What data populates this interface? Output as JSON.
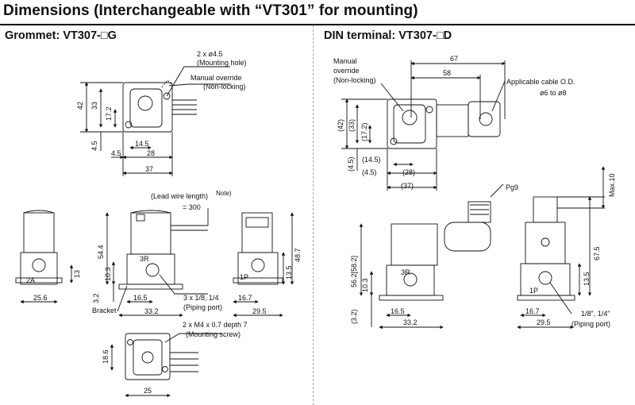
{
  "title": "Dimensions (Interchangeable with “VT301” for mounting)",
  "left": {
    "header": "Grommet: VT307-□G",
    "callouts": [
      "2 x ø4.5",
      "(Mounting hole)",
      "Manual override",
      "(Non-locking)",
      "(Lead wire length)",
      "Note)",
      "= 300",
      "3R",
      "1P",
      "2A",
      "3 x 1/8, 1/4",
      "(Piping port)",
      "Bracket",
      "2 x M4 x 0.7 depth 7",
      "(Mounting screw)"
    ],
    "dims": [
      "42",
      "33",
      "17.2",
      "4.5",
      "14.5",
      "28",
      "4.5",
      "37",
      "54.4",
      "10.3",
      "3.2",
      "16.5",
      "33.2",
      "13",
      "25.6",
      "48.7",
      "13.5",
      "16.7",
      "29.5",
      "18.6",
      "25"
    ]
  },
  "right": {
    "header": "DIN terminal: VT307-□D",
    "callouts": [
      "Manual",
      "override",
      "(Non-locking)",
      "Applicable cable O.D.",
      "ø6 to ø8",
      "Pg9",
      "3R",
      "1P",
      "1/8\", 1/4\"",
      "(Piping port)",
      "Max.10"
    ],
    "dims": [
      "67",
      "58",
      "(42)",
      "(33)",
      "(17.2)",
      "(4.5)",
      "(14.5)",
      "(4.5)",
      "(28)",
      "(37)",
      "56.2[58.2]",
      "10.3",
      "(3.2)",
      "16.5",
      "33.2",
      "67.5",
      "13.5",
      "16.7",
      "29.5"
    ]
  }
}
